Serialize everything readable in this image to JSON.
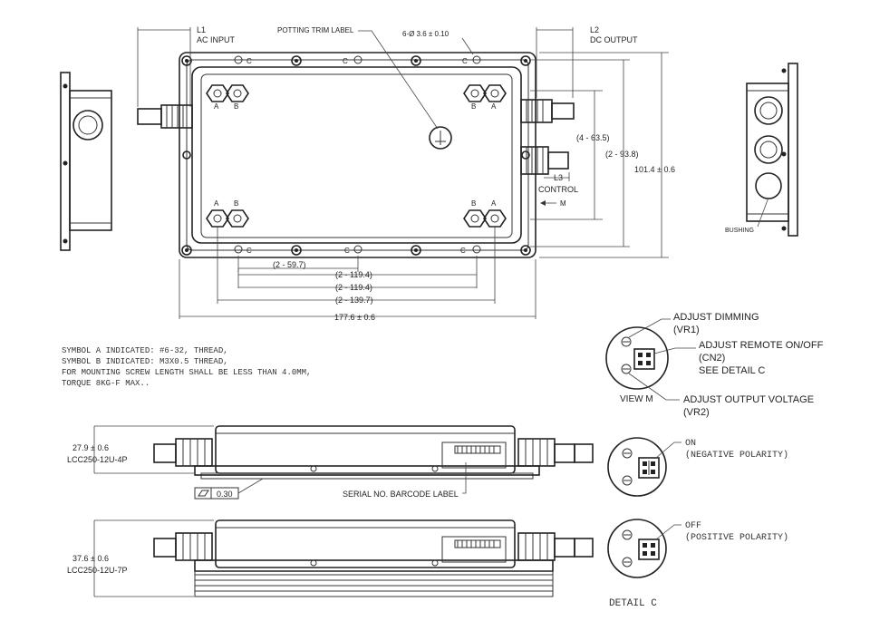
{
  "labels": {
    "l1": "L1",
    "ac_input": "AC INPUT",
    "potting_trim_label": "POTTING TRIM LABEL",
    "holes": "6-Ø 3.6 ± 0.10",
    "l2": "L2",
    "dc_output": "DC OUTPUT",
    "l3": "L3",
    "control": "CONTROL",
    "m_arrow": "M",
    "bushing": "BUSHING",
    "sym_a": "A",
    "sym_b": "B",
    "sym_c": "C",
    "serial_label": "SERIAL NO. BARCODE LABEL",
    "flatness": "0.30"
  },
  "dimensions": {
    "d_4_63_5": "(4 - 63.5)",
    "d_2_93_8": "(2 - 93.8)",
    "d_101_4": "101.4 ± 0.6",
    "d_2_59_7": "(2 - 59.7)",
    "d_2_119_4a": "(2 - 119.4)",
    "d_2_119_4b": "(2 - 119.4)",
    "d_2_139_7": "(2 - 139.7)",
    "d_177_6": "177.6 ± 0.6",
    "h_27_9": "27.9 ± 0.6",
    "model_4p": "LCC250-12U-4P",
    "h_37_6": "37.6 ± 0.6",
    "model_7p": "LCC250-12U-7P"
  },
  "notes": [
    "SYMBOL A INDICATED: #6-32, THREAD,",
    "SYMBOL B INDICATED: M3X0.5 THREAD,",
    "FOR MOUNTING SCREW LENGTH SHALL BE LESS THAN 4.0MM,",
    "TORQUE 8KG-F MAX.."
  ],
  "view_m": {
    "title": "VIEW M",
    "dimming": "ADJUST DIMMING",
    "vr1": "(VR1)",
    "remote": "ADJUST REMOTE ON/OFF",
    "cn2": "(CN2)",
    "see_detail": "SEE DETAIL C",
    "output_voltage": "ADJUST OUTPUT VOLTAGE",
    "vr2": "(VR2)"
  },
  "detail_c": {
    "on": "ON",
    "on_polarity": "(NEGATIVE POLARITY)",
    "off": "OFF",
    "off_polarity": "(POSITIVE POLARITY)",
    "title": "DETAIL C"
  }
}
